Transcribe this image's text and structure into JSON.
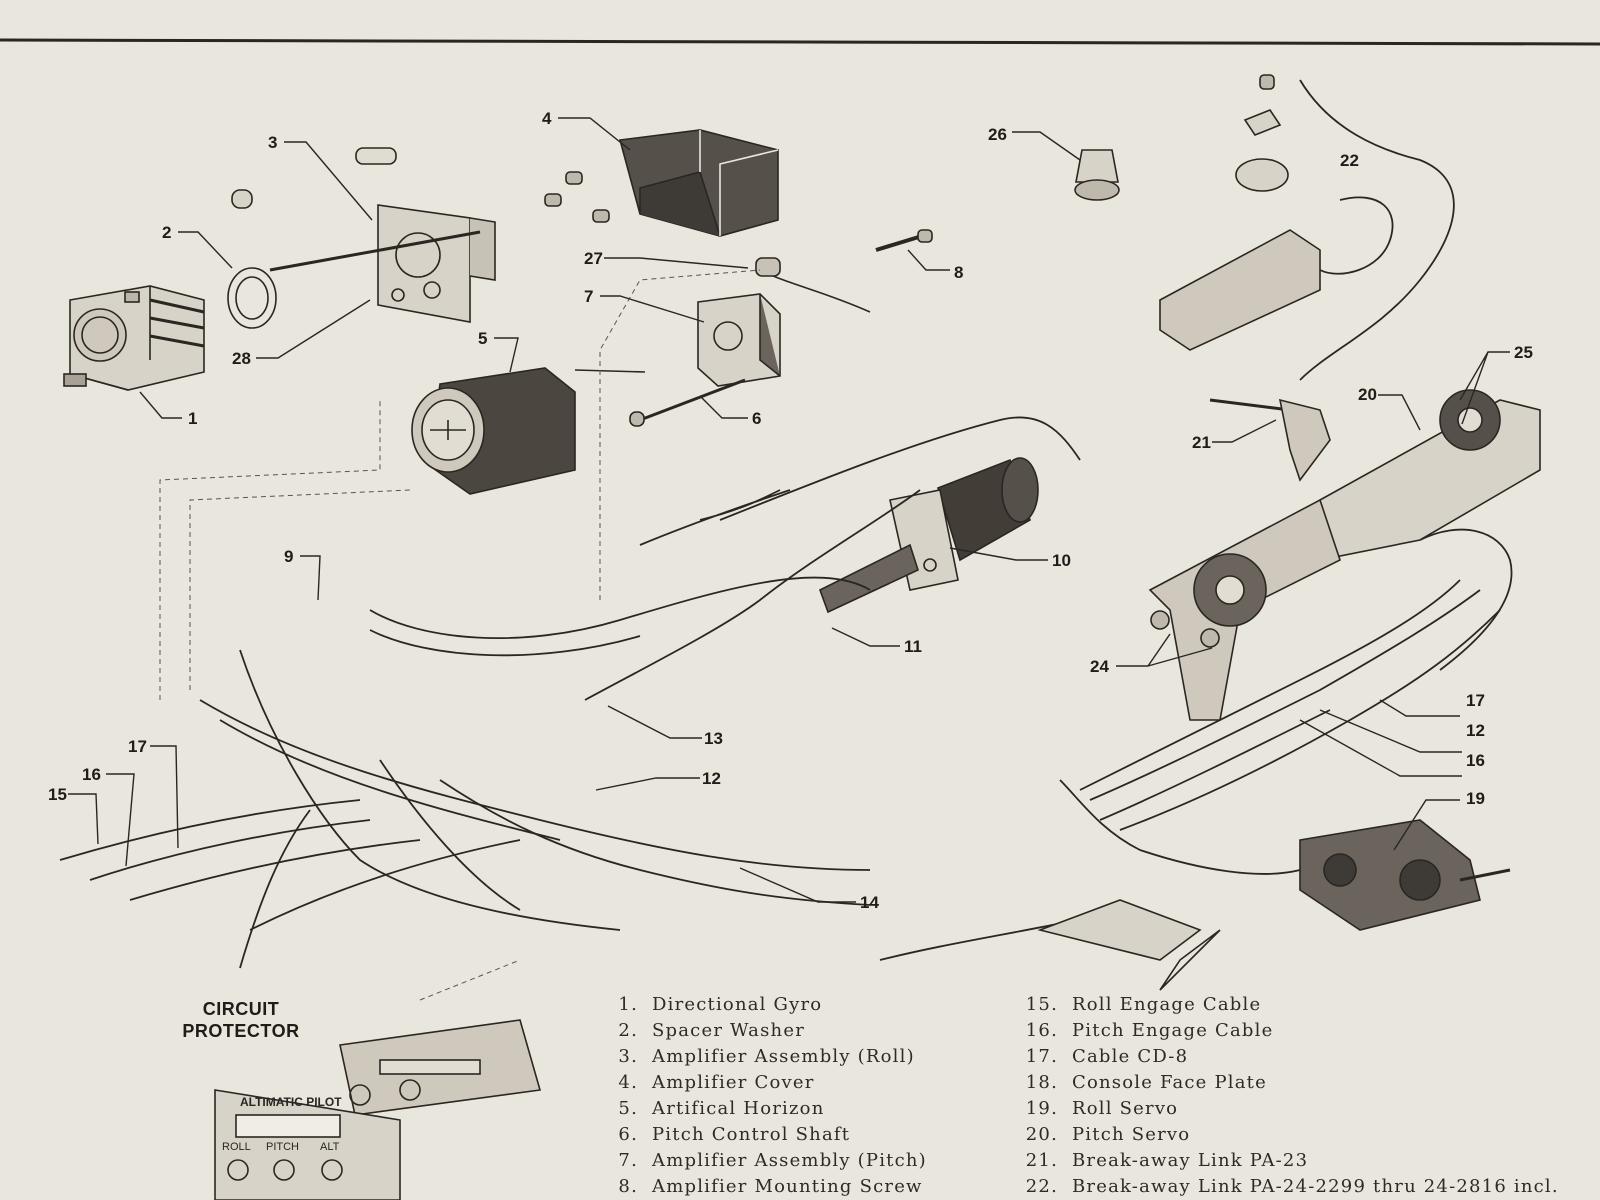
{
  "callouts": {
    "c1": "1",
    "c2": "2",
    "c3": "3",
    "c4": "4",
    "c5": "5",
    "c6": "6",
    "c7": "7",
    "c8": "8",
    "c9": "9",
    "c10": "10",
    "c11": "11",
    "c12a": "12",
    "c12b": "12",
    "c13": "13",
    "c14": "14",
    "c15": "15",
    "c16a": "16",
    "c16b": "16",
    "c17a": "17",
    "c17b": "17",
    "c19": "19",
    "c20": "20",
    "c21": "21",
    "c22": "22",
    "c24": "24",
    "c25": "25",
    "c26": "26",
    "c27": "27",
    "c28": "28"
  },
  "circuit_protector": {
    "line1": "CIRCUIT",
    "line2": "PROTECTOR"
  },
  "console": {
    "title": "ALTIMATIC PILOT",
    "roll": "ROLL",
    "pitch": "PITCH",
    "alt": "ALT"
  },
  "legend_left": [
    {
      "num": "1.",
      "label": "Directional Gyro"
    },
    {
      "num": "2.",
      "label": "Spacer Washer"
    },
    {
      "num": "3.",
      "label": "Amplifier Assembly  (Roll)"
    },
    {
      "num": "4.",
      "label": "Amplifier Cover"
    },
    {
      "num": "5.",
      "label": "Artifical Horizon"
    },
    {
      "num": "6.",
      "label": "Pitch Control Shaft"
    },
    {
      "num": "7.",
      "label": "Amplifier Assembly  (Pitch)"
    },
    {
      "num": "8.",
      "label": "Amplifier Mounting Screw"
    }
  ],
  "legend_right": [
    {
      "num": "15.",
      "label": "Roll Engage Cable"
    },
    {
      "num": "16.",
      "label": "Pitch Engage Cable"
    },
    {
      "num": "17.",
      "label": "Cable CD-8"
    },
    {
      "num": "18.",
      "label": "Console Face Plate"
    },
    {
      "num": "19.",
      "label": "Roll Servo"
    },
    {
      "num": "20.",
      "label": "Pitch Servo"
    },
    {
      "num": "21.",
      "label": "Break-away Link PA-23"
    },
    {
      "num": "22.",
      "label": "Break-away Link PA-24-2299 thru 24-2816 incl."
    }
  ],
  "colors": {
    "paper": "#e9e6dd",
    "ink": "#2a2622",
    "shade": "#5b554d"
  }
}
